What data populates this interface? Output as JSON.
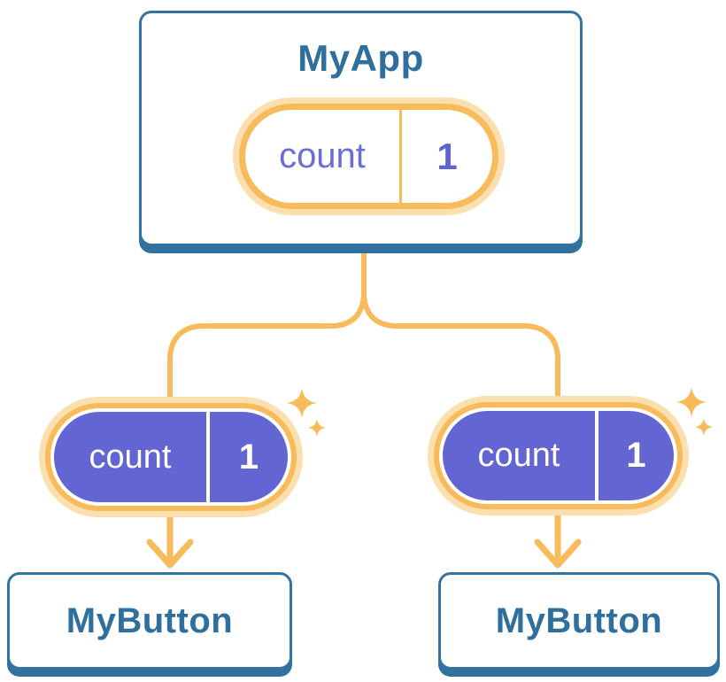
{
  "diagram": {
    "parent": {
      "label": "MyApp",
      "state": {
        "name": "count",
        "value": "1"
      }
    },
    "children": [
      {
        "label": "MyButton",
        "state": {
          "name": "count",
          "value": "1"
        }
      },
      {
        "label": "MyButton",
        "state": {
          "name": "count",
          "value": "1"
        }
      }
    ],
    "icons": [
      "sparkle-icon",
      "arrow-down-icon"
    ],
    "colors": {
      "card_border_blue": "#3273A2",
      "card_shadow_blue": "#31719E",
      "label_text_blue": "#2F6F9E",
      "connector_orange": "#F8BB5C",
      "halo_pale_orange": "#FBDFAE",
      "state_fill_purple": "#6365D2",
      "state_text_purple": "#6A6CD8",
      "state_value_purple": "#5F62D0",
      "background": "#FFFFFF"
    }
  }
}
